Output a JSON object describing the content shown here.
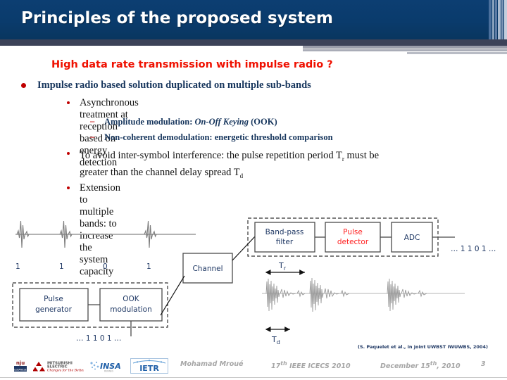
{
  "slide": {
    "title": "Principles of the proposed system",
    "subtitle": "High data rate transmission with impulse radio ?"
  },
  "bullets": {
    "level1": "Impulse radio based solution duplicated on multiple sub-bands",
    "b1": "Asynchronous treatment at reception based on energy detection",
    "d1_pre": "Amplitude modulation: ",
    "d1_em": "On-Off Keying",
    "d1_post": " (OOK)",
    "d2": "Non-coherent demodulation: energetic threshold comparison",
    "b2_line1_a": "To avoid inter-symbol interference: the pulse repetition period T",
    "b2_line1_sub": "r",
    "b2_line1_b": " must be",
    "b2_line2_a": "greater than the channel delay spread T",
    "b2_line2_sub": "d",
    "b3": "Extension to multiple bands: to increase the system capacity"
  },
  "figure": {
    "tx_bits": [
      "1",
      "1",
      "0",
      "1"
    ],
    "tx_stream_label": "… 1 1 0 1 …",
    "rx_stream_label": "… 1 1 0 1 …",
    "blocks": {
      "pulse_generator": "Pulse\ngenerator",
      "pulse_generator_l1": "Pulse",
      "pulse_generator_l2": "generator",
      "ook_modulation_l1": "OOK",
      "ook_modulation_l2": "modulation",
      "channel": "Channel",
      "bandpass_l1": "Band-pass",
      "bandpass_l2": "filter",
      "detector_l1": "Pulse",
      "detector_l2": "detector",
      "adc": "ADC"
    },
    "timing": {
      "tr_base": "T",
      "tr_sub": "r",
      "td_base": "T",
      "td_sub": "d"
    },
    "citation": "(S. Paquelet et al., in joint UWBST IWUWBS, 2004)"
  },
  "footer": {
    "author": "Mohamad Mroué",
    "conference_pre": "17",
    "conference_sup": "th",
    "conference_post": " IEEE ICECS 2010",
    "date_pre": "December 15",
    "date_sup": "th",
    "date_post": ", 2010",
    "page": "3",
    "logos": [
      "nju-logo",
      "mitsubishi-electric-logo",
      "insa-logo",
      "ietr-logo"
    ]
  },
  "colors": {
    "title_bar": "#0b3f77",
    "accent_red": "#ef1000",
    "bullet_blue": "#17365d",
    "figure_blue": "#1f3864",
    "footer_gray": "#a6a6a6"
  }
}
